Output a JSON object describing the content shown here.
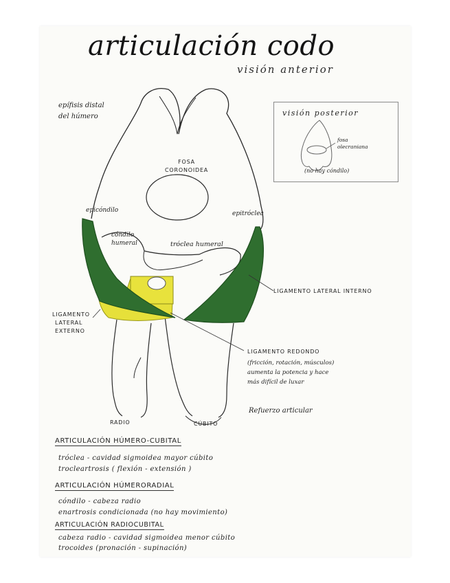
{
  "title": "articulación codo",
  "subtitle": "visión anterior",
  "labels": {
    "epifisis": [
      "epífisis distal",
      "del húmero"
    ],
    "fosa_coronoidea": [
      "FOSA",
      "CORONOIDEA"
    ],
    "epicondilo": "epicóndilo",
    "epitroclea": "epitróclea",
    "condilo_humeral": [
      "cóndilo",
      "humeral"
    ],
    "troclea_humeral": "tróclea humeral",
    "ligamento_lateral_interno": "LIGAMENTO LATERAL INTERNO",
    "ligamento_lateral_externo": [
      "LIGAMENTO",
      "LATERAL",
      "EXTERNO"
    ],
    "ligamento_redondo": "LIGAMENTO REDONDO",
    "ligamento_redondo_notes": [
      "(fricción, rotación, músculos)",
      "aumenta la potencia y hace",
      "más difícil de luxar"
    ],
    "refuerzo": "Refuerzo articular",
    "radio": "RADIO",
    "cubito": "CÚBITO"
  },
  "inset": {
    "title": "visión posterior",
    "fosa": [
      "fosa",
      "olecraniana"
    ],
    "note": "(no hay cóndilo)"
  },
  "sections": [
    {
      "heading": "ARTICULACIÓN HÚMERO-CUBITAL",
      "lines": [
        "tróclea - cavidad sigmoidea mayor cúbito",
        "trocleartrosis  ( flexión - extensión )"
      ]
    },
    {
      "heading": "ARTICULACIÓN HÚMERORADIAL",
      "lines": [
        "cóndilo - cabeza radio",
        "enartrosis condicionada (no hay movimiento)"
      ]
    },
    {
      "heading": "ARTICULACIÓN RADIOCUBITAL",
      "lines": [
        "cabeza radio - cavidad sigmoidea menor cúbito",
        "trocoides (pronación - supinación)"
      ]
    }
  ],
  "colors": {
    "ligament_green": "#2f6e2f",
    "ligament_yellow": "#e6e03a",
    "ink": "#1c1c1c"
  }
}
